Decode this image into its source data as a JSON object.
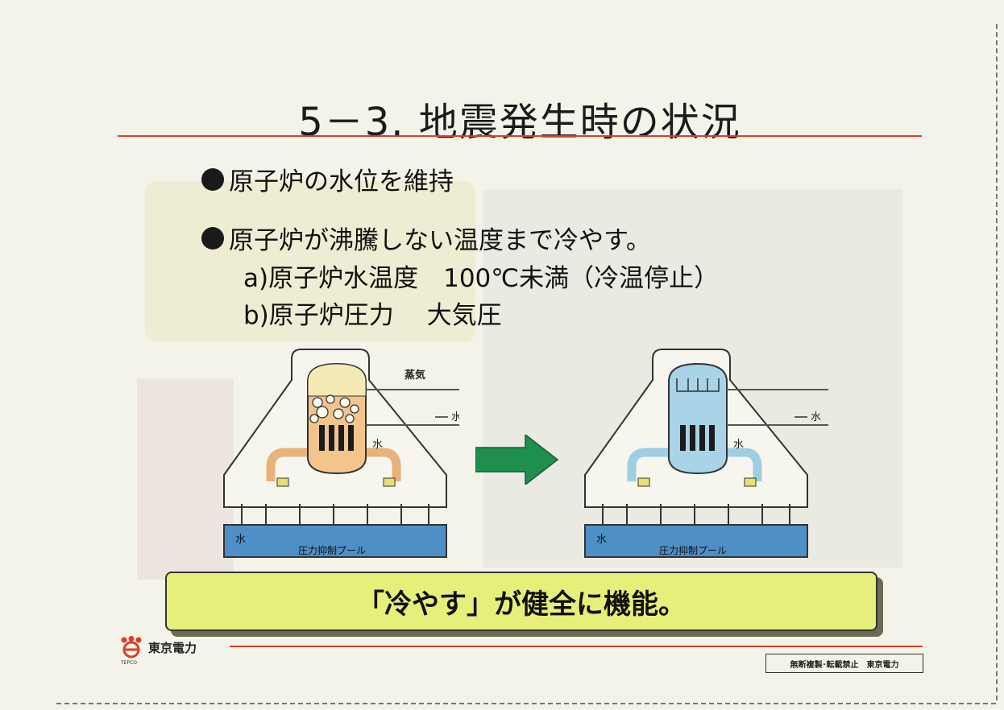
{
  "title": "5－3. 地震発生時の状況",
  "bullets": [
    "原子炉の水位を維持",
    "原子炉が沸騰しない温度まで冷やす。"
  ],
  "sub_items": [
    "a)原子炉水温度　100℃未満（冷温停止）",
    "b)原子炉圧力　 大気圧"
  ],
  "diagram_left": {
    "steam": "蒸気",
    "water_in": "水",
    "water_vessel": "水",
    "water_pool": "水",
    "pool_label": "圧力抑制プール"
  },
  "diagram_right": {
    "water_in": "水",
    "water_vessel": "水",
    "water_pool": "水",
    "pool_label": "圧力抑制プール"
  },
  "banner": "「冷やす」が健全に機能。",
  "company": "東京電力",
  "company_en": "TEPCO",
  "stamp": "無断複製･転載禁止　東京電力",
  "colors": {
    "accent_line": "#d9402a",
    "banner_bg": "#e6ef7a",
    "pool_water": "#4d8fc6",
    "vessel_hot": "#f3c58c",
    "vessel_cool": "#a9d3e6",
    "arrow": "#1f8f4e"
  }
}
